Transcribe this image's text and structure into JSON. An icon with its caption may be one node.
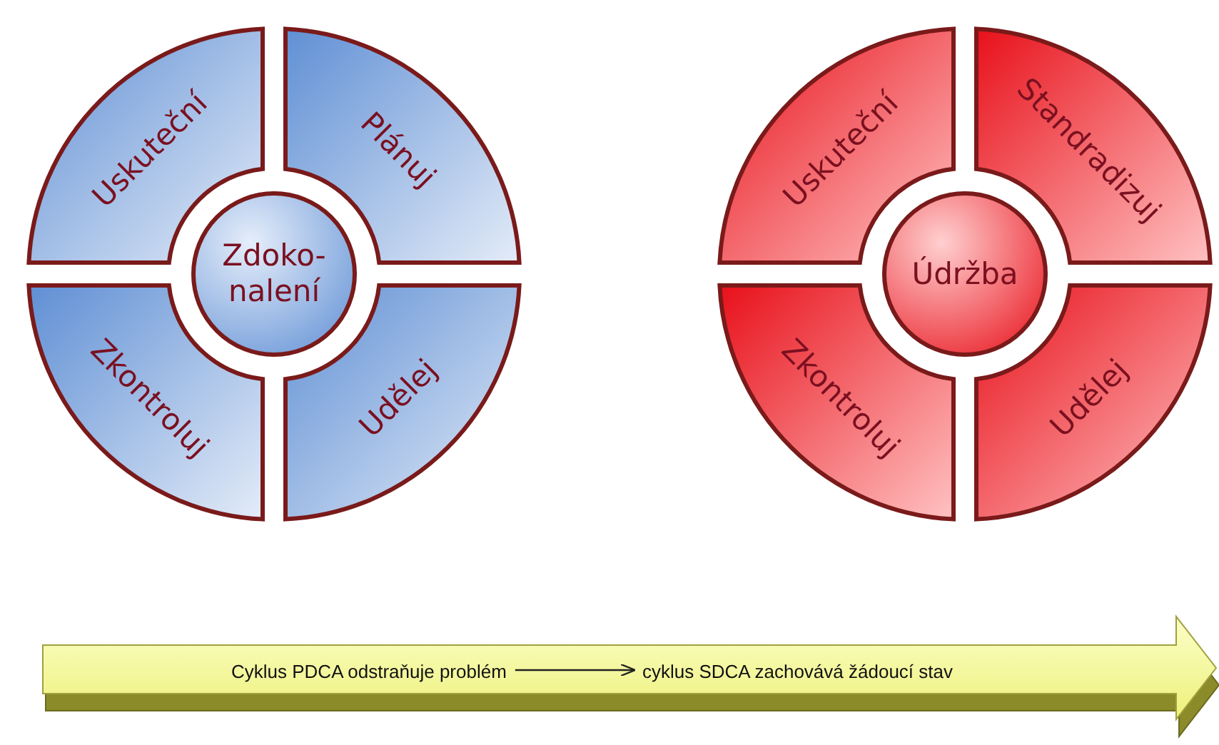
{
  "diagram": {
    "nodes": [
      {
        "text": [
          "Uskuteční"
        ]
      },
      {
        "text": [
          "Plánuj"
        ]
      },
      {
        "text": [
          "Zdoko-nalení"
        ]
      },
      {
        "text": [
          "Zkontroluj"
        ]
      },
      {
        "text": [
          "Udělej"
        ]
      },
      {
        "text": [
          "Uskuteční"
        ]
      },
      {
        "text": [
          "Standradizuj"
        ]
      },
      {
        "text": [
          "Údržba"
        ]
      },
      {
        "text": [
          "Zkontroluj"
        ]
      },
      {
        "text": [
          "Udělej"
        ]
      },
      {
        "text": [],
        "shape": "arrow"
      },
      {
        "text": [
          "Cyklus PDCA odstraňuje problém"
        ],
        "in": 10
      },
      {
        "text": [
          "cyklus SDCA zachovává žádoucí stav"
        ],
        "in": 10
      }
    ],
    "edges": [
      {
        "from": 11,
        "to": 12,
        "arrow": "to"
      }
    ]
  }
}
